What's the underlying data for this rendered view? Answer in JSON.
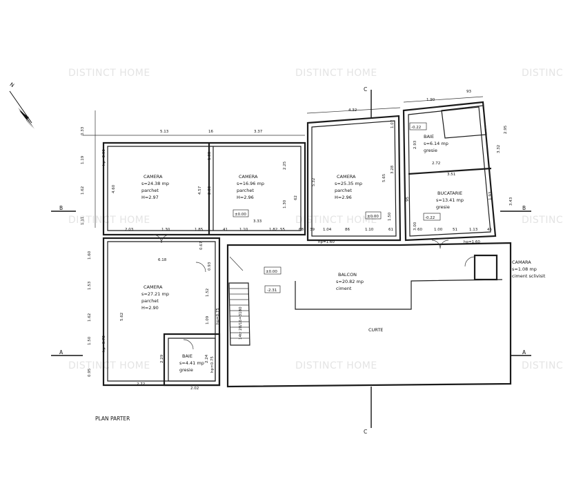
{
  "watermarks": [
    "DISTINCT HOME",
    "DISTINCT HOME",
    "DISTINCT HOME",
    "DISTINCT HOME",
    "DISTINCT HOME",
    "DISTINCT HOME",
    "DISTINCT HOME",
    "DISTINCT HOME",
    "DISTINCT HOME"
  ],
  "plan_title": "PLAN PARTER",
  "compass": "N",
  "section_markers": {
    "a_left": "A",
    "a_right": "A",
    "b_left": "B",
    "b_right": "B",
    "c_top": "C",
    "c_bottom": "C"
  },
  "rooms": {
    "camera1": {
      "name": "CAMERA",
      "area": "s=24.38 mp",
      "floor": "parchet",
      "height": "H=2.97"
    },
    "camera2": {
      "name": "CAMERA",
      "area": "s=16.96 mp",
      "floor": "parchet",
      "height": "H=2.96"
    },
    "camera3": {
      "name": "CAMERA",
      "area": "s=25.35 mp",
      "floor": "parchet",
      "height": "H=2.96"
    },
    "baie1": {
      "name": "BAIE",
      "area": "s=6.14 mp",
      "floor": "gresie"
    },
    "bucatarie": {
      "name": "BUCATARIE",
      "area": "s=13.41 mp",
      "floor": "gresie"
    },
    "camera4": {
      "name": "CAMERA",
      "area": "s=27.21 mp",
      "floor": "parchet",
      "height": "H=2.90"
    },
    "baie2": {
      "name": "BAIE",
      "area": "s=4.41 mp",
      "floor": "gresie"
    },
    "balcon": {
      "name": "BALCON",
      "area": "s=20.82 mp",
      "floor": "ciment"
    },
    "camara": {
      "name": "CAMARA",
      "area": "s=1.08 mp",
      "floor": "ciment sclivisit"
    },
    "curte": {
      "name": "CURTE"
    }
  },
  "levels": {
    "l1": "±0.00",
    "l2": "±0.00",
    "l3": "±0.00",
    "l4": "-2.31",
    "l5": "-0.22",
    "l6": "-0.22"
  },
  "sills": {
    "s1": "hp=1.60",
    "s2": "hp=1.60",
    "s3": "hp=0.90",
    "s4": "hp=0.75",
    "s5": "hp=0.78",
    "s6": "hp=0.75"
  },
  "stairs": "14tr 28/16=3180",
  "dimensions": {
    "d_513": "5.13",
    "d_16": "16",
    "d_337": "3.37",
    "d_432": "4.32",
    "d_190": "1.90",
    "d_93": "93",
    "d_033": "0.33",
    "d_119": "1.19",
    "d_162": "1.62",
    "d_111": "1.11",
    "d_460": "4.60",
    "d_138": "1.38",
    "d_200": "2.00",
    "d_457": "4.57",
    "d_225": "2.25",
    "d_130a": "1.30",
    "d_532": "5.32",
    "d_565": "5.65",
    "d_328": "3.28",
    "d_107": "1.07",
    "d_293": "2.93",
    "d_272a": "2.72",
    "d_332": "3.32",
    "d_295": "2.95",
    "d_351": "3.51",
    "d_193": "1.93",
    "d_343": "3.43",
    "d_300": "3.00",
    "d_95": "95",
    "d_203": "2.03",
    "d_130b": "1.30",
    "d_185": "1.85",
    "d_41": "41",
    "d_110a": "1.10",
    "d_182": "1.82",
    "d_55": "55",
    "d_68": "68",
    "d_39": "39",
    "d_104": "1.04",
    "d_86": "86",
    "d_110b": "1.10",
    "d_61": "61",
    "d_60": "60",
    "d_100": "1.00",
    "d_51": "51",
    "d_113": "1.13",
    "d_45": "45",
    "d_333": "3.33",
    "d_150": "1.50",
    "d_62": "62",
    "d_618": "6.18",
    "d_067": "0.67",
    "d_093": "0.93",
    "d_160": "1.60",
    "d_153": "1.53",
    "d_152": "1.52",
    "d_562": "5.62",
    "d_109": "1.09",
    "d_229": "2.29",
    "d_224": "2.24",
    "d_150b": "1.50",
    "d_095": "0.95",
    "d_272b": "2.72",
    "d_202": "2.02"
  }
}
